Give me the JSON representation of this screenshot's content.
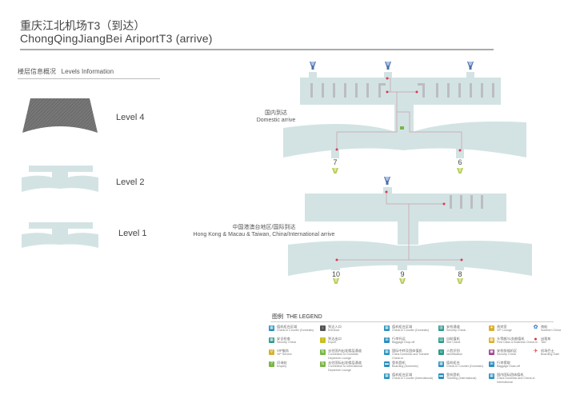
{
  "header": {
    "title_zh": "重庆江北机场T3（到达）",
    "title_en": "ChongQingJiangBei AriportT3 (arrive)"
  },
  "levels_section": {
    "heading": "楼层信息概况   Levels Information",
    "levels": [
      {
        "label": "Level 4"
      },
      {
        "label": "Level 2"
      },
      {
        "label": "Level 1"
      }
    ]
  },
  "plan": {
    "domestic_label_zh": "国内到达",
    "domestic_label_en": "Domestic arrive",
    "intl_label_zh": "中国港澳台地区/国际到达",
    "intl_label_en": "Hong Kong & Macau & Taiwan, China/International arrive",
    "upper_gates": [
      "7",
      "6"
    ],
    "lower_gates": [
      "10",
      "9",
      "8"
    ]
  },
  "legend": {
    "title": "图例  THE LEGEND",
    "items": [
      {
        "zh": "值机柜台区域",
        "en": "Check-in Counter (Domestic)",
        "color": "#2a8fbf",
        "glyph": "▦"
      },
      {
        "zh": "安全检查",
        "en": "Security Check",
        "color": "#2d9a8a",
        "glyph": "▦"
      },
      {
        "zh": "VIP服务",
        "en": "VIP Service",
        "color": "#d9b030",
        "glyph": "V"
      },
      {
        "zh": "问询处",
        "en": "Enquiry",
        "color": "#7ab648",
        "glyph": "?"
      },
      {
        "zh": "到达入口",
        "en": "Entrance",
        "color": "#555555",
        "glyph": "↓"
      },
      {
        "zh": "到达出口",
        "en": "Export",
        "color": "#c8c020",
        "glyph": "↑"
      },
      {
        "zh": "去往国内出发楼层通道",
        "en": "Connection to Domestic Departure Lounge",
        "color": "#7ab648",
        "glyph": "⇅"
      },
      {
        "zh": "去往国际出发楼层通道",
        "en": "Connection to International Departure Lounge",
        "color": "#7ab648",
        "glyph": "⇅"
      },
      {
        "zh": "值机柜台区域",
        "en": "Check-in Counter (Domestic)",
        "color": "#2a8fbf",
        "glyph": "▦"
      },
      {
        "zh": "行李托运",
        "en": "Baggage Drop-off",
        "color": "#2a8fbf",
        "glyph": "⊞"
      },
      {
        "zh": "国际中转及团体值机",
        "en": "China Domestic and Transfer Check-in",
        "color": "#2a8fbf",
        "glyph": "▦"
      },
      {
        "zh": "登机登机",
        "en": "Boarding (Domestic)",
        "color": "#2a8fbf",
        "glyph": "▬"
      },
      {
        "zh": "值机柜台区域",
        "en": "Check-in Counter (International)",
        "color": "#2a8fbf",
        "glyph": "▦"
      },
      {
        "zh": "安检通道",
        "en": "Security Check",
        "color": "#2d9a8a",
        "glyph": "▥"
      },
      {
        "zh": "自助值机",
        "en": "Self Check",
        "color": "#2d9a8a",
        "glyph": "▤"
      },
      {
        "zh": "人脸识别",
        "en": "Identification",
        "color": "#2d9a8a",
        "glyph": "☺"
      },
      {
        "zh": "值机柜台",
        "en": "Check-in Counter (Domestic)",
        "color": "#2a8fbf",
        "glyph": "▦"
      },
      {
        "zh": "登机登机",
        "en": "Ticketing (International)",
        "color": "#2a8fbf",
        "glyph": "▬"
      },
      {
        "zh": "贵宾室",
        "en": "VIP Lounge",
        "color": "#d9b030",
        "glyph": "✦"
      },
      {
        "zh": "头等舱/公务舱值机",
        "en": "First Class & Business Check-in",
        "color": "#d9b030",
        "glyph": "▦"
      },
      {
        "zh": "安检前候机区",
        "en": "Security Check",
        "color": "#a0448a",
        "glyph": "▣"
      },
      {
        "zh": "行李提取",
        "en": "Baggage Draw-off",
        "color": "#2a8fbf",
        "glyph": "⊞"
      },
      {
        "zh": "国内国际团体值机",
        "en": "China Domestic and Check-in International",
        "color": "#2a8fbf",
        "glyph": "▦"
      },
      {
        "zh": "南航",
        "en": "Southern China",
        "color": "#2a6fbf",
        "glyph": "✿"
      },
      {
        "zh": "出租车",
        "en": "Taxi",
        "color": "#e03040",
        "glyph": "●"
      },
      {
        "zh": "机场巴士",
        "en": "Boarding Gate",
        "color": "#e03040",
        "glyph": "✈"
      }
    ]
  },
  "colors": {
    "terminal": "#d3e3e4",
    "route": "#c9a3a8",
    "counter": "#b8b8be",
    "level4": "#6f6f6f",
    "gate_arrow": "#b4cc58",
    "entry_funnel": "#4d6fa8"
  }
}
